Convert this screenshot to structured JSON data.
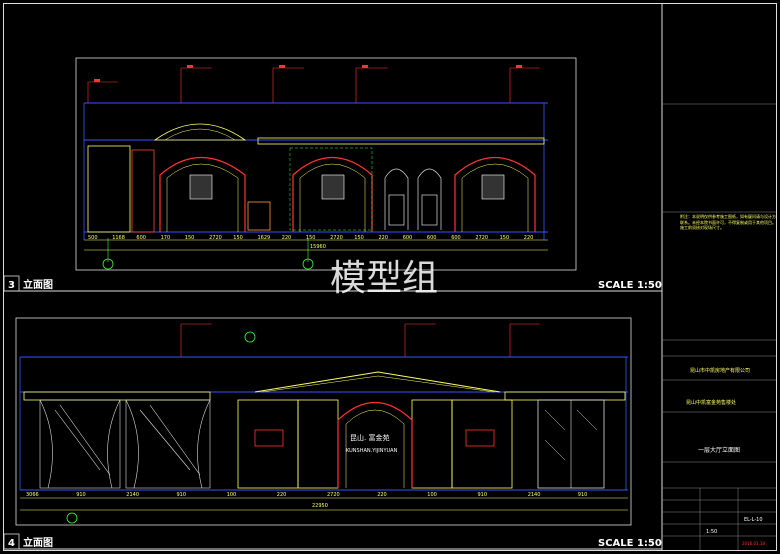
{
  "watermark": "模型组",
  "views": [
    {
      "number": "3",
      "title": "立面图",
      "scale": "SCALE 1:50"
    },
    {
      "number": "4",
      "title": "立面图",
      "scale": "SCALE 1:50"
    }
  ],
  "top_dims": [
    "500",
    "1168",
    "600",
    "170",
    "150",
    "2720",
    "150",
    "1629",
    "220",
    "150",
    "2720",
    "150",
    "220",
    "600",
    "600",
    "600",
    "2720",
    "150",
    "220"
  ],
  "top_total": "15960",
  "bottom_dims": [
    "3066",
    "910",
    "2140",
    "910",
    "100",
    "220",
    "2720",
    "220",
    "100",
    "910",
    "2140",
    "910"
  ],
  "bottom_total": "22950",
  "plaque_line1": "昆山. 富金苑",
  "plaque_line2": "KUNSHAN.YIJINYUAN",
  "title_block": {
    "company": "昆山市中凯房地产有限公司",
    "project": "昆山中凯富金苑售楼处",
    "drawing_name": "一层大厅立面图",
    "drawing_no": "EL-L-10",
    "scale": "1:50",
    "date": "2016.01.18"
  },
  "notes": "附注：本说明仅供参考施工图纸，如有疑问请与设计方联系。未经本院书面许可，不得复制或用于其他项目。施工前须核对现场尺寸。"
}
